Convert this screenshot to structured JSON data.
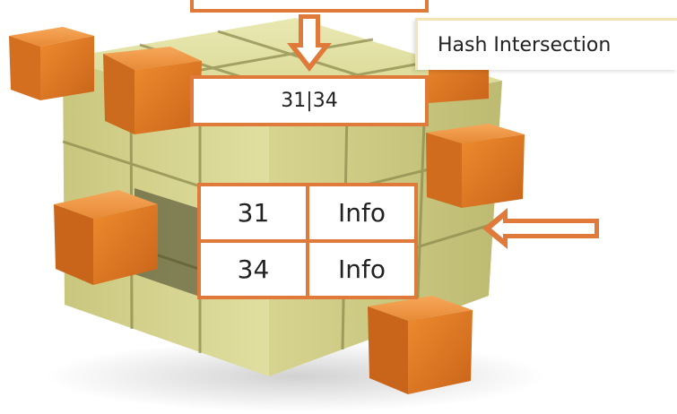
{
  "hash_intersection_label": "Hash Intersection",
  "result_key": "31|34",
  "table": {
    "rows": [
      {
        "key": "31",
        "value": "Info"
      },
      {
        "key": "34",
        "value": "Info"
      }
    ]
  },
  "colors": {
    "accent": "#E07A3A",
    "cube_face": "#E2E0A0",
    "cube_orange": "#E8872F",
    "label_border": "#F5E3B8"
  }
}
